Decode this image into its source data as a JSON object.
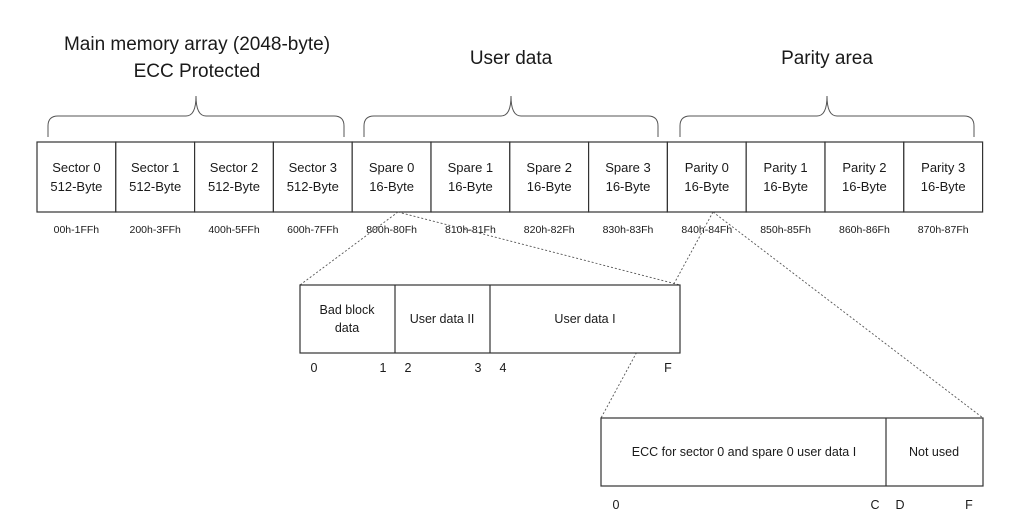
{
  "headers": {
    "main_line1": "Main memory array (2048-byte)",
    "main_line2": "ECC Protected",
    "user": "User data",
    "parity": "Parity area"
  },
  "cells": [
    {
      "name": "Sector 0",
      "size": "512-Byte",
      "addr": "00h-1FFh"
    },
    {
      "name": "Sector 1",
      "size": "512-Byte",
      "addr": "200h-3FFh"
    },
    {
      "name": "Sector 2",
      "size": "512-Byte",
      "addr": "400h-5FFh"
    },
    {
      "name": "Sector 3",
      "size": "512-Byte",
      "addr": "600h-7FFh"
    },
    {
      "name": "Spare 0",
      "size": "16-Byte",
      "addr": "800h-80Fh"
    },
    {
      "name": "Spare 1",
      "size": "16-Byte",
      "addr": "810h-81Fh"
    },
    {
      "name": "Spare 2",
      "size": "16-Byte",
      "addr": "820h-82Fh"
    },
    {
      "name": "Spare 3",
      "size": "16-Byte",
      "addr": "830h-83Fh"
    },
    {
      "name": "Parity 0",
      "size": "16-Byte",
      "addr": "840h-84Fh"
    },
    {
      "name": "Parity 1",
      "size": "16-Byte",
      "addr": "850h-85Fh"
    },
    {
      "name": "Parity 2",
      "size": "16-Byte",
      "addr": "860h-86Fh"
    },
    {
      "name": "Parity 3",
      "size": "16-Byte",
      "addr": "870h-87Fh"
    }
  ],
  "spare_detail": {
    "bad_block_line1": "Bad block",
    "bad_block_line2": "data",
    "user_data_2": "User data II",
    "user_data_1": "User data I",
    "indices": [
      "0",
      "1",
      "2",
      "3",
      "4",
      "F"
    ]
  },
  "parity_detail": {
    "ecc": "ECC for sector 0 and spare 0 user data I",
    "not_used": "Not used",
    "indices": [
      "0",
      "C",
      "D",
      "F"
    ]
  }
}
